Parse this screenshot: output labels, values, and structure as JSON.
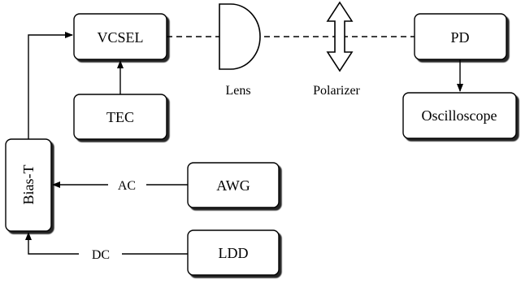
{
  "diagram": {
    "blocks": {
      "vcsel": "VCSEL",
      "tec": "TEC",
      "bias_t": "Bias-T",
      "awg": "AWG",
      "ldd": "LDD",
      "pd": "PD",
      "oscilloscope": "Oscilloscope"
    },
    "optics": {
      "lens": "Lens",
      "polarizer": "Polarizer"
    },
    "signals": {
      "ac": "AC",
      "dc": "DC"
    }
  }
}
